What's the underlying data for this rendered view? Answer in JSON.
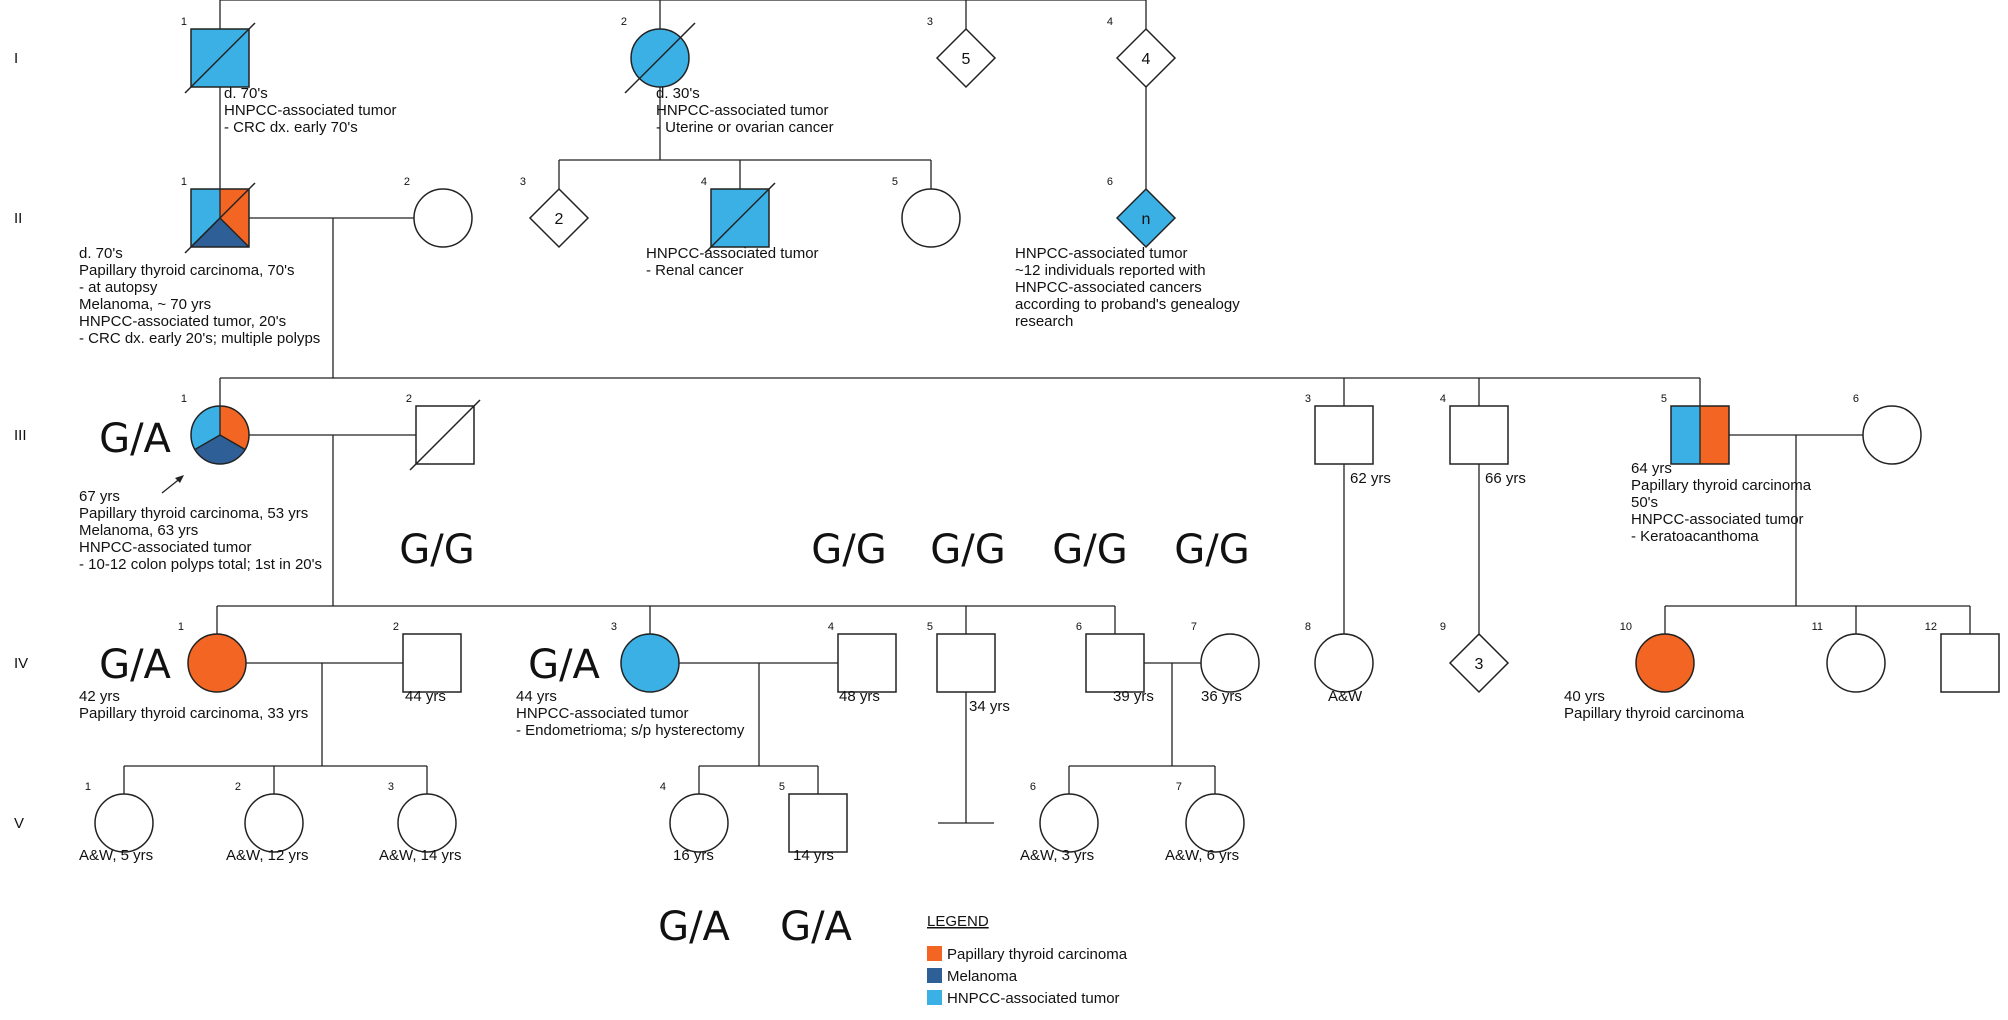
{
  "colors": {
    "thyroid": "#f26522",
    "melanoma": "#2e5f96",
    "hnpcc": "#3bb0e4",
    "line": "#222222",
    "empty": "#ffffff"
  },
  "generations": [
    "I",
    "II",
    "III",
    "IV",
    "V"
  ],
  "people": [
    {
      "id": "I-1",
      "num": "1",
      "shape": "square",
      "fill": "hnpcc",
      "deceased": true,
      "label": [
        "d. 70's",
        "HNPCC-associated tumor",
        "- CRC dx. early 70's"
      ]
    },
    {
      "id": "I-2",
      "num": "2",
      "shape": "circle",
      "fill": "hnpcc",
      "deceased": true,
      "label": [
        "d. 30's",
        "HNPCC-associated tumor",
        "- Uterine or ovarian cancer"
      ]
    },
    {
      "id": "I-3",
      "num": "3",
      "shape": "diamond",
      "fill": "empty",
      "inside": "5"
    },
    {
      "id": "I-4",
      "num": "4",
      "shape": "diamond",
      "fill": "empty",
      "inside": "4"
    },
    {
      "id": "II-1",
      "num": "1",
      "shape": "square",
      "fill": "split3",
      "deceased": true,
      "label": [
        "d. 70's",
        "Papillary thyroid carcinoma, 70's",
        "- at autopsy",
        "Melanoma, ~ 70 yrs",
        "HNPCC-associated tumor, 20's",
        "- CRC dx. early 20's; multiple polyps"
      ]
    },
    {
      "id": "II-2",
      "num": "2",
      "shape": "circle",
      "fill": "empty"
    },
    {
      "id": "II-3",
      "num": "3",
      "shape": "diamond",
      "fill": "empty",
      "inside": "2"
    },
    {
      "id": "II-4",
      "num": "4",
      "shape": "square",
      "fill": "hnpcc",
      "deceased": true,
      "label": [
        "HNPCC-associated tumor",
        "- Renal cancer"
      ]
    },
    {
      "id": "II-5",
      "num": "5",
      "shape": "circle",
      "fill": "empty"
    },
    {
      "id": "II-6",
      "num": "6",
      "shape": "diamond",
      "fill": "hnpcc",
      "inside": "n",
      "label": [
        "HNPCC-associated tumor",
        "~12 individuals reported with",
        "HNPCC-associated cancers",
        "according to proband's genealogy",
        "research"
      ]
    },
    {
      "id": "III-1",
      "num": "1",
      "shape": "circle",
      "fill": "split3",
      "proband": true,
      "label": [
        "67 yrs",
        "Papillary thyroid carcinoma, 53 yrs",
        "Melanoma, 63 yrs",
        "HNPCC-associated tumor",
        "- 10-12 colon polyps total; 1st in 20's"
      ]
    },
    {
      "id": "III-2",
      "num": "2",
      "shape": "square",
      "fill": "empty",
      "deceased": true
    },
    {
      "id": "III-3",
      "num": "3",
      "shape": "square",
      "fill": "empty",
      "label": [
        "62 yrs"
      ]
    },
    {
      "id": "III-4",
      "num": "4",
      "shape": "square",
      "fill": "empty",
      "label": [
        "66 yrs"
      ]
    },
    {
      "id": "III-5",
      "num": "5",
      "shape": "square",
      "fill": "split2",
      "label": [
        "64 yrs",
        "Papillary thyroid carcinoma",
        "50's",
        "HNPCC-associated tumor",
        "- Keratoacanthoma"
      ]
    },
    {
      "id": "III-6",
      "num": "6",
      "shape": "circle",
      "fill": "empty"
    },
    {
      "id": "IV-1",
      "num": "1",
      "shape": "circle",
      "fill": "thyroid",
      "label": [
        "42 yrs",
        "Papillary thyroid carcinoma, 33 yrs"
      ]
    },
    {
      "id": "IV-2",
      "num": "2",
      "shape": "square",
      "fill": "empty",
      "label": [
        "44 yrs"
      ]
    },
    {
      "id": "IV-3",
      "num": "3",
      "shape": "circle",
      "fill": "hnpcc",
      "label": [
        "44 yrs",
        "HNPCC-associated tumor",
        "- Endometrioma; s/p hysterectomy"
      ]
    },
    {
      "id": "IV-4",
      "num": "4",
      "shape": "square",
      "fill": "empty",
      "label": [
        "48 yrs"
      ]
    },
    {
      "id": "IV-5",
      "num": "5",
      "shape": "square",
      "fill": "empty",
      "label": [
        "34 yrs"
      ]
    },
    {
      "id": "IV-6",
      "num": "6",
      "shape": "square",
      "fill": "empty",
      "label": [
        "39 yrs"
      ]
    },
    {
      "id": "IV-7",
      "num": "7",
      "shape": "circle",
      "fill": "empty",
      "label": [
        "36 yrs"
      ]
    },
    {
      "id": "IV-8",
      "num": "8",
      "shape": "circle",
      "fill": "empty",
      "label": [
        "A&W"
      ]
    },
    {
      "id": "IV-9",
      "num": "9",
      "shape": "diamond",
      "fill": "empty",
      "inside": "3"
    },
    {
      "id": "IV-10",
      "num": "10",
      "shape": "circle",
      "fill": "thyroid",
      "label": [
        "40 yrs",
        "Papillary thyroid carcinoma"
      ]
    },
    {
      "id": "IV-11",
      "num": "11",
      "shape": "circle",
      "fill": "empty"
    },
    {
      "id": "IV-12",
      "num": "12",
      "shape": "square",
      "fill": "empty"
    },
    {
      "id": "V-1",
      "num": "1",
      "shape": "circle",
      "fill": "empty",
      "label": [
        "A&W, 5 yrs"
      ]
    },
    {
      "id": "V-2",
      "num": "2",
      "shape": "circle",
      "fill": "empty",
      "label": [
        "A&W, 12 yrs"
      ]
    },
    {
      "id": "V-3",
      "num": "3",
      "shape": "circle",
      "fill": "empty",
      "label": [
        "A&W, 14 yrs"
      ]
    },
    {
      "id": "V-4",
      "num": "4",
      "shape": "circle",
      "fill": "empty",
      "label": [
        "16 yrs"
      ]
    },
    {
      "id": "V-5",
      "num": "5",
      "shape": "square",
      "fill": "empty",
      "label": [
        "14 yrs"
      ]
    },
    {
      "id": "V-6",
      "num": "6",
      "shape": "circle",
      "fill": "empty",
      "label": [
        "A&W, 3 yrs"
      ]
    },
    {
      "id": "V-7",
      "num": "7",
      "shape": "circle",
      "fill": "empty",
      "label": [
        "A&W, 6 yrs"
      ]
    }
  ],
  "genotypes": [
    {
      "for": "III-1",
      "text": "G/A"
    },
    {
      "for": "III-2",
      "text": "G/G"
    },
    {
      "for": "IV-4",
      "text": "G/G"
    },
    {
      "for": "IV-5",
      "text": "G/G"
    },
    {
      "for": "IV-6",
      "text": "G/G"
    },
    {
      "for": "IV-7",
      "text": "G/G"
    },
    {
      "for": "IV-1",
      "text": "G/A"
    },
    {
      "for": "IV-3",
      "text": "G/A"
    },
    {
      "for": "V-4",
      "text": "G/A"
    },
    {
      "for": "V-5",
      "text": "G/A"
    }
  ],
  "legend": {
    "title": "LEGEND",
    "items": [
      {
        "label": "Papillary thyroid carcinoma",
        "color": "thyroid"
      },
      {
        "label": "Melanoma",
        "color": "melanoma"
      },
      {
        "label": "HNPCC-associated tumor",
        "color": "hnpcc"
      }
    ]
  }
}
